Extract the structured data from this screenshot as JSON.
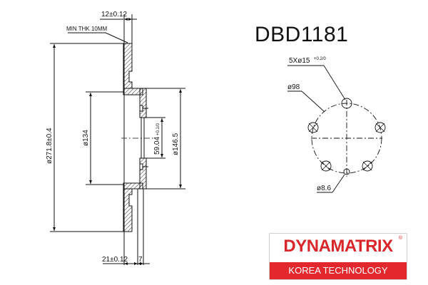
{
  "title": "DBD1181",
  "colors": {
    "brand_red": "#e2282d",
    "line": "#111111"
  },
  "section_view": {
    "min_thickness_note": "MIN THK 10MM",
    "disc_thickness": "12±0.12",
    "outer_diameter": "ø271.8±0.4",
    "inner_diameter": "ø134",
    "hub_height_diameter": "ø146.5",
    "center_bore": "59.04",
    "center_bore_tolerance": "+0.1/0",
    "overall_height": "21±0.12",
    "hub_offset": "7"
  },
  "bolt_pattern_view": {
    "bolt_holes": "5Xø15",
    "bolt_holes_tolerance": "+0.2/0",
    "pitch_circle": "ø98",
    "small_hole": "ø8.6"
  },
  "logo": {
    "brand": "DYNAMATRIX",
    "registered": "®",
    "tagline": "KOREA TECHNOLOGY"
  }
}
